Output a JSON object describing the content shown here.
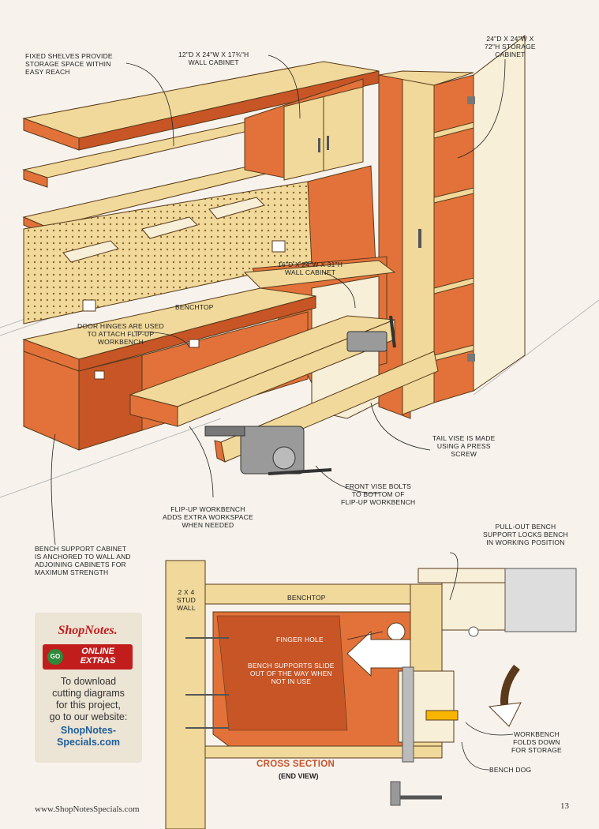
{
  "colors": {
    "wood": "#f0d99a",
    "orange": "#e2723a",
    "dark_orange": "#c75526",
    "red": "#c21d1d",
    "blue": "#1f5e9c",
    "background": "#f7f3ec"
  },
  "labels": {
    "fixed_shelves": [
      "FIXED SHELVES PROVIDE",
      "STORAGE SPACE WITHIN",
      "EASY REACH"
    ],
    "wall_cabinet_upper": [
      "12\"D x 24\"W x 17¾\"H",
      "WALL CABINET"
    ],
    "storage_cabinet": [
      "24\"D x 24\"W x",
      "72\"H STORAGE",
      "CABINET"
    ],
    "wall_cabinet_lower": [
      "16\"D x 24\"W x 31\"H",
      "WALL CABINET"
    ],
    "benchtop_top": "BENCHTOP",
    "door_hinges": [
      "DOOR HINGES ARE USED",
      "TO ATTACH FLIP-UP",
      "WORKBENCH"
    ],
    "tail_vise": [
      "TAIL VISE IS MADE",
      "USING A PRESS",
      "SCREW"
    ],
    "front_vise": [
      "FRONT VISE BOLTS",
      "TO BOTTOM OF",
      "FLIP-UP WORKBENCH"
    ],
    "flip_up": [
      "FLIP-UP WORKBENCH",
      "ADDS EXTRA WORKSPACE",
      "WHEN NEEDED"
    ],
    "bench_support": [
      "BENCH SUPPORT CABINET",
      "IS ANCHORED TO WALL AND",
      "ADJOINING CABINETS FOR",
      "MAXIMUM STRENGTH"
    ],
    "pull_out": [
      "PULL-OUT BENCH",
      "SUPPORT LOCKS BENCH",
      "IN WORKING POSITION"
    ],
    "stud_wall": [
      "2 x 4",
      "STUD",
      "WALL"
    ],
    "benchtop_section": "BENCHTOP",
    "finger_hole": "FINGER HOLE",
    "bench_supports_slide": [
      "BENCH SUPPORTS SLIDE",
      "OUT OF THE WAY WHEN",
      "NOT IN USE"
    ],
    "folds_down": [
      "WORKBENCH",
      "FOLDS DOWN",
      "FOR STORAGE"
    ],
    "bench_dog": "BENCH DOG",
    "cross_section": "CROSS SECTION",
    "end_view": "(END VIEW)"
  },
  "promo": {
    "brand": "ShopNotes.",
    "badge_go": "GO",
    "badge": "ONLINE EXTRAS",
    "text": [
      "To download",
      "cutting diagrams",
      "for this project,",
      "go to our website:"
    ],
    "link": [
      "ShopNotes-",
      "Specials.com"
    ]
  },
  "footer": {
    "url": "www.ShopNotesSpecials.com",
    "page": "13"
  }
}
